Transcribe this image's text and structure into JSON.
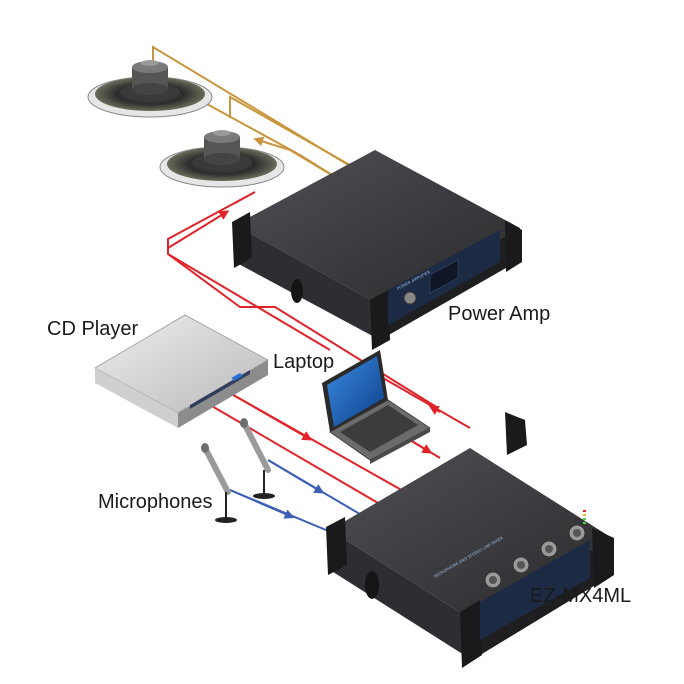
{
  "labels": {
    "cd_player": "CD Player",
    "laptop": "Laptop",
    "power_amp": "Power Amp",
    "microphones": "Microphones",
    "mixer": "EZ-MX4ML"
  },
  "colors": {
    "speaker_wire": "#c8963e",
    "line_signal": "#e0242a",
    "mic_signal": "#3d5fb5",
    "chassis_dark": "#2b2b2d",
    "chassis_top": "#3a3a3d",
    "panel_blue": "#1c2a44"
  },
  "icons": [
    "speaker-icon",
    "power-amp-icon",
    "cd-player-icon",
    "laptop-icon",
    "microphone-icon",
    "mixer-icon"
  ]
}
